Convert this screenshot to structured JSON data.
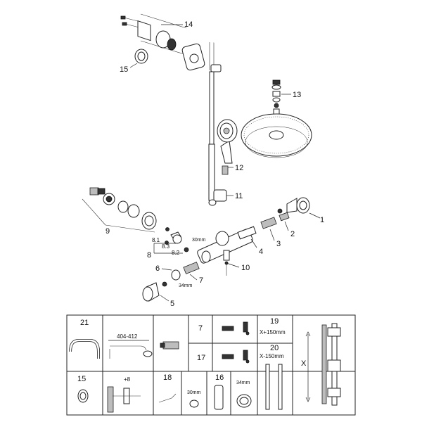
{
  "callouts": {
    "c1": "1",
    "c2": "2",
    "c3": "3",
    "c4": "4",
    "c5": "5",
    "c6": "6",
    "c7": "7",
    "c8": "8",
    "c8_1": "8.1",
    "c8_2": "8.2",
    "c8_3": "8.3",
    "c9": "9",
    "c10": "10",
    "c11": "11",
    "c12": "12",
    "c13": "13",
    "c14": "14",
    "c15": "15"
  },
  "dimensions": {
    "d30": "30mm",
    "d34": "34mm"
  },
  "table": {
    "c21": "21",
    "dim_404": "404-412",
    "c7": "7",
    "c17": "17",
    "c19": "19",
    "x_plus": "X+150mm",
    "c20": "20",
    "x_minus": "X-150mm",
    "x_label": "X",
    "c15": "15",
    "plus8": "+8",
    "c18": "18",
    "d30": "30mm",
    "c16": "16",
    "d34": "34mm"
  }
}
